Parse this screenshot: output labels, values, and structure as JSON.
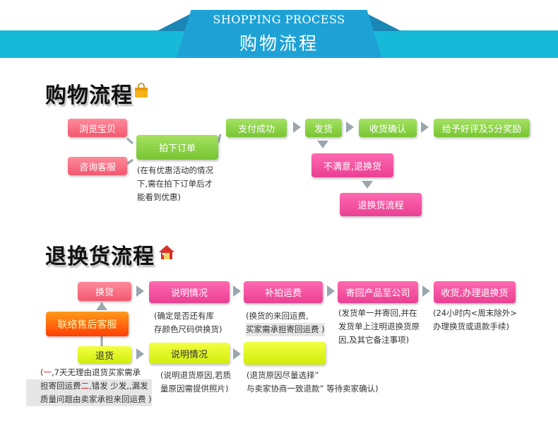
{
  "banner": {
    "english": "SHOPPING PROCESS",
    "chinese": "购物流程"
  },
  "shopping": {
    "title": "购物流程",
    "steps": {
      "browse": "浏览宝贝",
      "consult": "咨询客服",
      "order": "拍下订单",
      "paid": "支付成功",
      "ship": "发货",
      "receive": "收货确认",
      "review": "给予好评及5分奖励",
      "unsatisfied": "不满意,退换货",
      "return_flow": "退换货流程"
    },
    "order_note": [
      "(在有优惠活动的情况",
      "下,需在拍下订单后才",
      "能看到优惠)"
    ]
  },
  "returns": {
    "title": "退换货流程",
    "service": "联络售后客服",
    "exchange_row": {
      "exchange": "换货",
      "explain": "说明情况",
      "shipping_fee": "补拍运费",
      "send_back": "寄回产品至公司",
      "receive": "收货,办理退换货"
    },
    "exchange_notes": {
      "explain": [
        "(确定是否还有库",
        "存颜色尺码供换货)"
      ],
      "shipping_fee": [
        "(换货的来回运费,",
        "买家需承担寄回运费 )"
      ],
      "send_back": [
        "(发货单一并寄回,并在",
        "发货单上注明退换货原",
        "因,及其它备注事项)"
      ],
      "receive": [
        "(24小时内<周末除外>",
        "办理换货或退款手续)"
      ]
    },
    "refund_row": {
      "refund": "退货",
      "explain": "说明情况",
      "blank": ""
    },
    "refund_notes": {
      "refund": {
        "l1_a": "(",
        "l1_red": "一",
        "l1_b": ",7天无理由退货买家需承",
        "l2_a": "担寄回运费",
        "l2_red": "二",
        "l2_b": ",错发 少发,,漏发",
        "l3": "质量问题由卖家承担来回运费 )"
      },
      "explain": [
        "(说明退货原因,若质",
        "量原因需提供照片)"
      ],
      "blank": [
        "(退货原因尽量选择”",
        "与卖家协商一致退款” 等待卖家确认)"
      ]
    }
  },
  "colors": {
    "banner": "#17b9d8",
    "box_red": "#f2586f",
    "box_green": "#77c532",
    "box_pink": "#ea3f93",
    "box_lime": "#d1ed10",
    "box_orange": "#ff3d05",
    "arrow": "#9aa6ad"
  }
}
